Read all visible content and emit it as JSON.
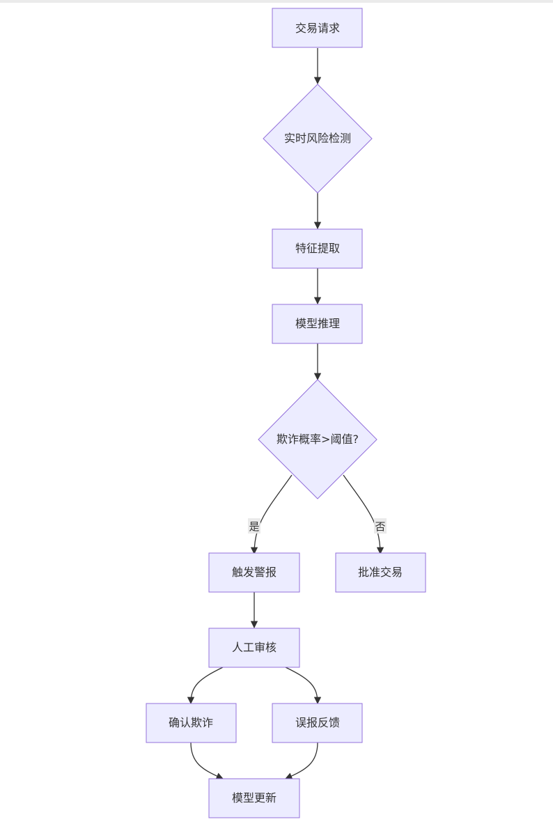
{
  "nodes": {
    "transaction_request": "交易请求",
    "realtime_risk_check": "实时风险检测",
    "feature_extraction": "特征提取",
    "model_inference": "模型推理",
    "fraud_threshold_decision": "欺诈概率>阈值?",
    "trigger_alert": "触发警报",
    "approve_transaction": "批准交易",
    "manual_review": "人工审核",
    "confirm_fraud": "确认欺诈",
    "false_positive_feedback": "误报反馈",
    "model_update": "模型更新"
  },
  "edge_labels": {
    "yes": "是",
    "no": "否"
  },
  "colors": {
    "node_fill": "#ececff",
    "node_stroke": "#9370db",
    "edge": "#333333",
    "text": "#333333"
  }
}
